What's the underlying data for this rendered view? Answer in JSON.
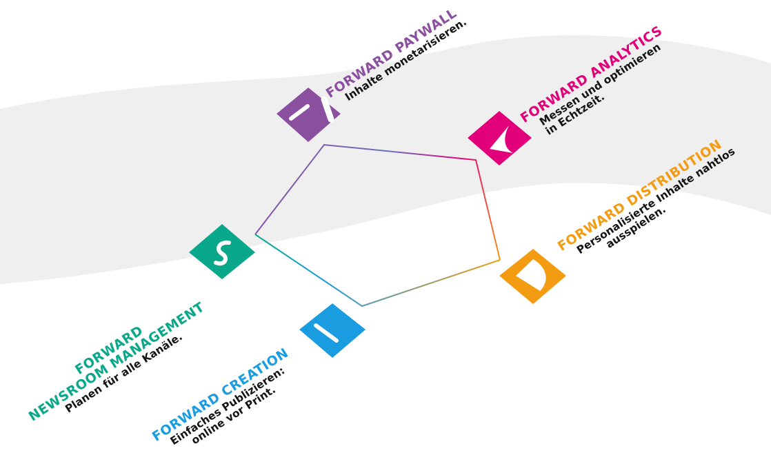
{
  "modules": [
    {
      "key": "paywall",
      "color": "#8b4fa0",
      "icon": "paywall-icon",
      "title_lines": [
        "FORWARD PAYWALL"
      ],
      "desc_lines": [
        "Inhalte monetarisieren."
      ]
    },
    {
      "key": "analytics",
      "color": "#e2007a",
      "icon": "analytics-icon",
      "title_lines": [
        "FORWARD ANALYTICS"
      ],
      "desc_lines": [
        "Messen und optimieren",
        "in Echtzeit."
      ]
    },
    {
      "key": "distribution",
      "color": "#f39c12",
      "icon": "distribution-icon",
      "title_lines": [
        "FORWARD DISTRIBUTION"
      ],
      "desc_lines": [
        "Personalisierte Inhalte nahtlos",
        "ausspielen."
      ]
    },
    {
      "key": "newsroom",
      "color": "#0aa88a",
      "icon": "newsroom-icon",
      "title_lines": [
        "FORWARD",
        "NEWSROOM MANAGEMENT"
      ],
      "desc_lines": [
        "Planen für alle Kanäle."
      ]
    },
    {
      "key": "creation",
      "color": "#1a9de0",
      "icon": "creation-icon",
      "title_lines": [
        "FORWARD CREATION"
      ],
      "desc_lines": [
        "Einfaches Publizieren:",
        "online vor Print."
      ]
    }
  ],
  "colors": {
    "band": "#efefef",
    "desc_text": "#141414"
  }
}
